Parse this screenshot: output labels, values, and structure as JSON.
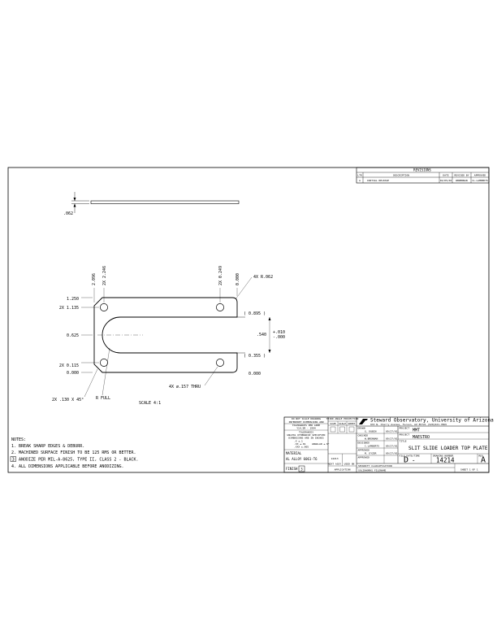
{
  "revisions": {
    "title": "REVISIONS",
    "headers": [
      "LTR",
      "DESCRIPTION",
      "DATE",
      "REVISED BY",
      "APPROVED"
    ],
    "row": [
      "A",
      "INITIAL RELEASE",
      "02/05/02",
      "WBRENNAN",
      "CL.LAMBERTS"
    ]
  },
  "dimensions": {
    "thickness": ".062",
    "top_left": "2.096",
    "top_left_2x": "2X 2.246",
    "top_right_2x": "2X 0.249",
    "top_right_zero": "0.000",
    "corner_radius": "4X R.062",
    "left_top": "1.250",
    "left_2x_top": "2X 1.135",
    "left_mid": "0.625",
    "left_2x_bot": "2X 0.115",
    "left_zero": "0.000",
    "ref_top": "( 0.895 )",
    "ref_bot": "( 0.355 )",
    "slot_width": ".540",
    "tol_plus": "+.010",
    "tol_minus": "-.000",
    "holes": "4X ø.157 THRU",
    "right_zero": "0.000",
    "chamfer": "2X .130 X 45°",
    "slot_end": "R FULL",
    "scale": "SCALE 4:1"
  },
  "notes": {
    "heading": "NOTES:",
    "items": [
      "1. BREAK SHARP EDGES & DEBURR.",
      "2. MACHINED SURFACE FINISH TO BE 125 RMS OR BETTER.",
      "ANODIZE PER MIL-A-8625, TYPE II, CLASS 2 - BLACK.",
      "4. ALL DIMENSIONS APPLICABLE BEFORE ANODIZING."
    ],
    "flag": "3"
  },
  "title_block": {
    "scale_warning": [
      "DO NOT SCALE DRAWING",
      "INTERPRET DIMENSIONS AND",
      "TOLERANCES PER ASME",
      "Y14.5M - 1994"
    ],
    "tolerances": [
      "TOLERANCES",
      "UNLESS OTHERWISE SPECIFIED",
      "DIMENSIONS ARE IN INCHES",
      ".X   ±.1",
      ".XX  ±.01",
      ".XXX ±.005",
      "ANGULAR ±.5°"
    ],
    "third_angle": [
      "THIRD ANGLE PROJECTION"
    ],
    "size_headers": [
      "SIZE",
      "SCALE",
      "SHEET"
    ],
    "material_label": "MATERIAL",
    "material": "AL ALLOY 6061-T6",
    "next_assy_labels": [
      "14213",
      "NEXT ASSY",
      "USED ON"
    ],
    "finish_label": "FINISH",
    "finish_flag": "3",
    "application": "APPLICATION",
    "sign_rows": [
      {
        "label": "DRAWN",
        "name": "G. DUBIN",
        "date": "09/27/01"
      },
      {
        "label": "CHECKED",
        "name": "W.BRENNAN",
        "date": "09/27/01"
      },
      {
        "label": "DESIGNED",
        "name": "C.LAMBERTS",
        "date": "09/27/01"
      },
      {
        "label": "APPROVED",
        "name": "M. EYZER",
        "date": "09/27/01"
      },
      {
        "label": "APPROVED",
        "name": "",
        "date": ""
      }
    ],
    "company": "Steward Observatory, University of Arizona",
    "address": "933 N. Cherry Avenue, Tucson, AZ 85721   (520)621-7869",
    "project_label": "PROJECT",
    "project": "MMT",
    "project2_label": "PROJECT",
    "project2": "MAESTRO",
    "title_label": "TITLE",
    "drawing_title": "SLIT SLIDE LOADER TOP PLATE",
    "file_label": "FILE DATE/TIME",
    "size_label": "SIZE",
    "size": "D",
    "drawing_no_label": "DRAWING NUMBER",
    "drawing_no": "14214",
    "rev_label": "REV",
    "rev": "A",
    "sheet": "SHEET 1 OF 1",
    "footer_left": "SECURITY CLASSIFICATION",
    "footer_mid": "SOLIDWORKS FILENAME"
  }
}
